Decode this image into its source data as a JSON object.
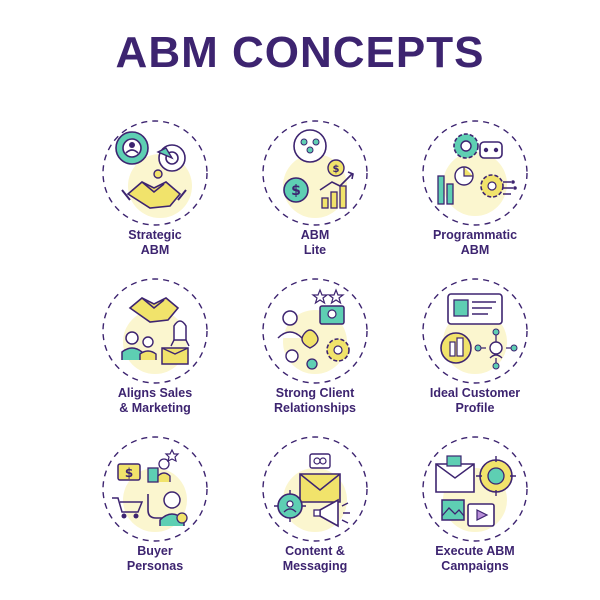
{
  "title": "ABM CONCEPTS",
  "colors": {
    "title": "#3d2470",
    "outline": "#3d2470",
    "accent_teal": "#5ecfb3",
    "accent_yellow": "#f1e36b",
    "circle_fill": "#fbf6cf",
    "accent_purple": "#b98fd9"
  },
  "concepts": [
    {
      "line1": "Strategic",
      "line2": "ABM",
      "icon": "target-handshake-icon"
    },
    {
      "line1": "ABM",
      "line2": "Lite",
      "icon": "team-money-growth-icon"
    },
    {
      "line1": "Programmatic",
      "line2": "ABM",
      "icon": "robot-gear-chart-icon"
    },
    {
      "line1": "Aligns Sales",
      "line2": "& Marketing",
      "icon": "handshake-rocket-box-icon"
    },
    {
      "line1": "Strong Client",
      "line2": "Relationships",
      "icon": "client-heart-gear-icon"
    },
    {
      "line1": "Ideal Customer",
      "line2": "Profile",
      "icon": "id-card-network-icon"
    },
    {
      "line1": "Buyer",
      "line2": "Personas",
      "icon": "cart-persona-icon"
    },
    {
      "line1": "Content &",
      "line2": "Messaging",
      "icon": "envelope-megaphone-icon"
    },
    {
      "line1": "Execute ABM",
      "line2": "Campaigns",
      "icon": "envelope-target-video-icon"
    }
  ]
}
